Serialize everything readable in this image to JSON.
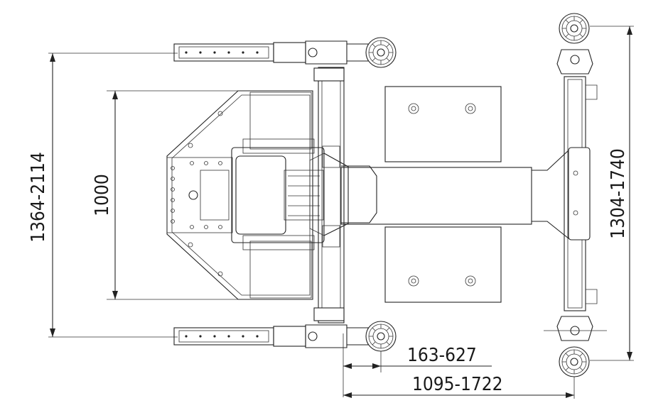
{
  "dimensions": {
    "overall_width": "1364-2114",
    "platform_width": "1000",
    "rear_track": "1304-1740",
    "arm_extension": "163-627",
    "wheelbase": "1095-1722"
  }
}
